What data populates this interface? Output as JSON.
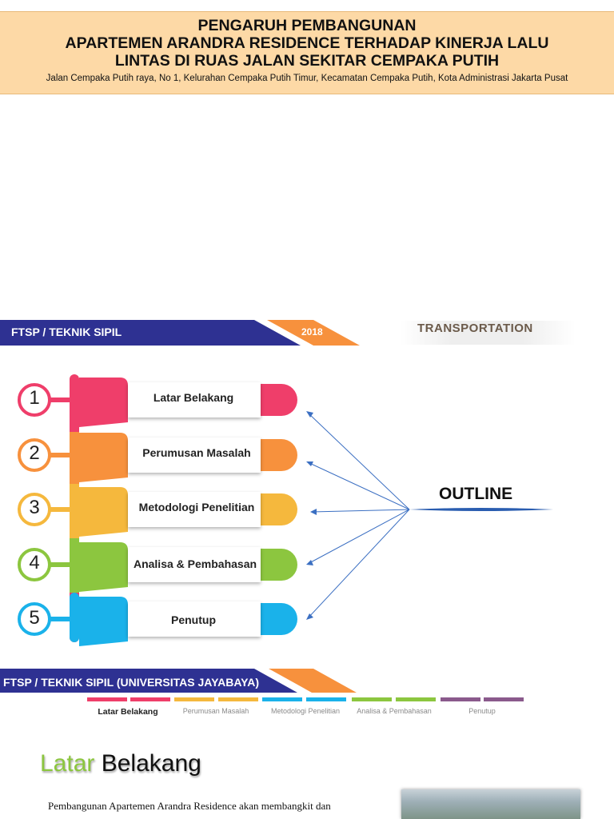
{
  "title": {
    "line1": "PENGARUH PEMBANGUNAN",
    "line2": "APARTEMEN ARANDRA RESIDENCE TERHADAP KINERJA LALU",
    "line3": "LINTAS DI RUAS JALAN SEKITAR CEMPAKA PUTIH",
    "address": "Jalan Cempaka Putih raya, No 1, Kelurahan Cempaka Putih Timur, Kecamatan Cempaka Putih, Kota Administrasi Jakarta Pusat"
  },
  "header_band": {
    "label": "FTSP / TEKNIK SIPIL",
    "year": "2018",
    "brand": "TRANSPORTATION"
  },
  "outline": {
    "heading": "OUTLINE",
    "items": [
      {
        "number": "1",
        "label": "Latar Belakang",
        "color": "#ef3e6a"
      },
      {
        "number": "2",
        "label": "Perumusan Masalah",
        "color": "#f7913d"
      },
      {
        "number": "3",
        "label": "Metodologi Penelitian",
        "color": "#f5b83d"
      },
      {
        "number": "4",
        "label": "Analisa & Pembahasan",
        "color": "#8cc63f"
      },
      {
        "number": "5",
        "label": "Penutup",
        "color": "#1ab2ea"
      }
    ]
  },
  "footer_band": {
    "label": "FTSP / TEKNIK SIPIL (UNIVERSITAS JAYABAYA)"
  },
  "nav": [
    {
      "label": "Latar Belakang",
      "color": "#ef3e6a",
      "active": true
    },
    {
      "label": "Perumusan Masalah",
      "color": "#f5b83d",
      "active": false
    },
    {
      "label": "Metodologi Penelitian",
      "color": "#1ab2ea",
      "active": false
    },
    {
      "label": "Analisa & Pembahasan",
      "color": "#8cc63f",
      "active": false
    },
    {
      "label": "Penutup",
      "color": "#8a5a8c",
      "active": false
    }
  ],
  "section": {
    "title_part1": "Latar",
    "title_part2": "Belakang",
    "body": "Pembangunan Apartemen Arandra Residence  akan membangkit dan"
  },
  "colors": {
    "navy": "#2e3192",
    "orange": "#f7913d",
    "title_bg": "#fdd9a6",
    "accent_green": "#8cc63f"
  }
}
